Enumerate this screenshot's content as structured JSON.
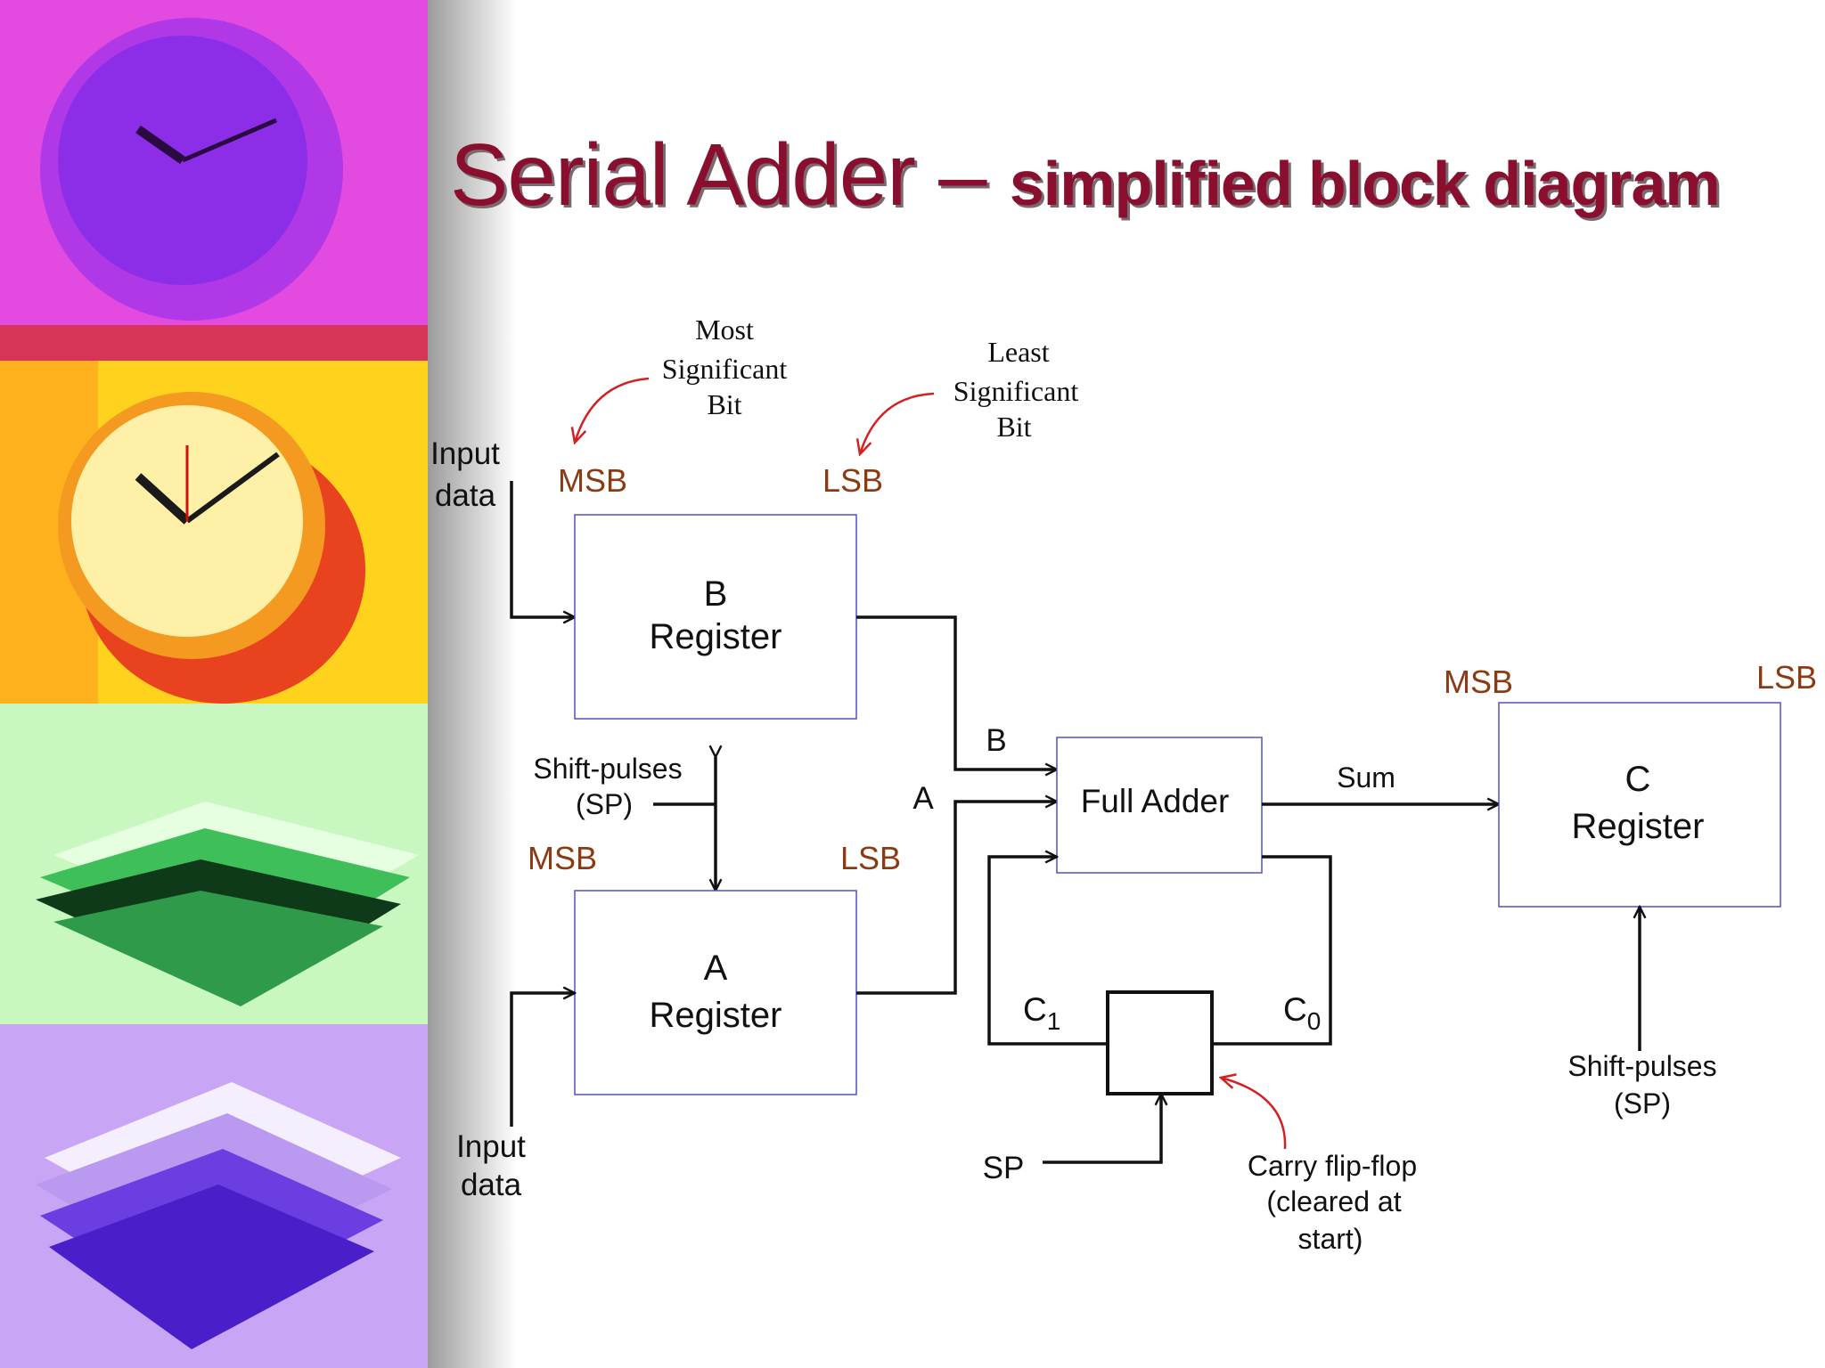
{
  "title": {
    "main": "Serial Adder",
    "dash": " – ",
    "sub": "simplified block diagram"
  },
  "annotations": {
    "msb_note": [
      "Most",
      "Significant",
      "Bit"
    ],
    "lsb_note": [
      "Least",
      "Significant",
      "Bit"
    ],
    "carry_note": [
      "Carry flip-flop",
      "(cleared at",
      "start)"
    ]
  },
  "registers": {
    "b": {
      "letter": "B",
      "word": "Register",
      "msb": "MSB",
      "lsb": "LSB"
    },
    "a": {
      "letter": "A",
      "word": "Register",
      "msb": "MSB",
      "lsb": "LSB"
    },
    "c": {
      "letter": "C",
      "word": "Register",
      "msb": "MSB",
      "lsb": "LSB"
    }
  },
  "inputs": {
    "top": [
      "Input",
      "data"
    ],
    "bottom": [
      "Input",
      "data"
    ]
  },
  "shift_pulses": {
    "left": [
      "Shift-pulses",
      "(SP)"
    ],
    "right": [
      "Shift-pulses",
      "(SP)"
    ]
  },
  "full_adder": {
    "label": "Full Adder"
  },
  "signals": {
    "b": "B",
    "a": "A",
    "sum": "Sum",
    "c1": "C",
    "c1_sub": "1",
    "c0": "C",
    "c0_sub": "0",
    "sp": "SP"
  },
  "colors": {
    "title": "#8a0f2e",
    "bit_labels": "#8b3a12",
    "annotation_arrows": "#d42020",
    "box_borders": "#5050c8"
  }
}
